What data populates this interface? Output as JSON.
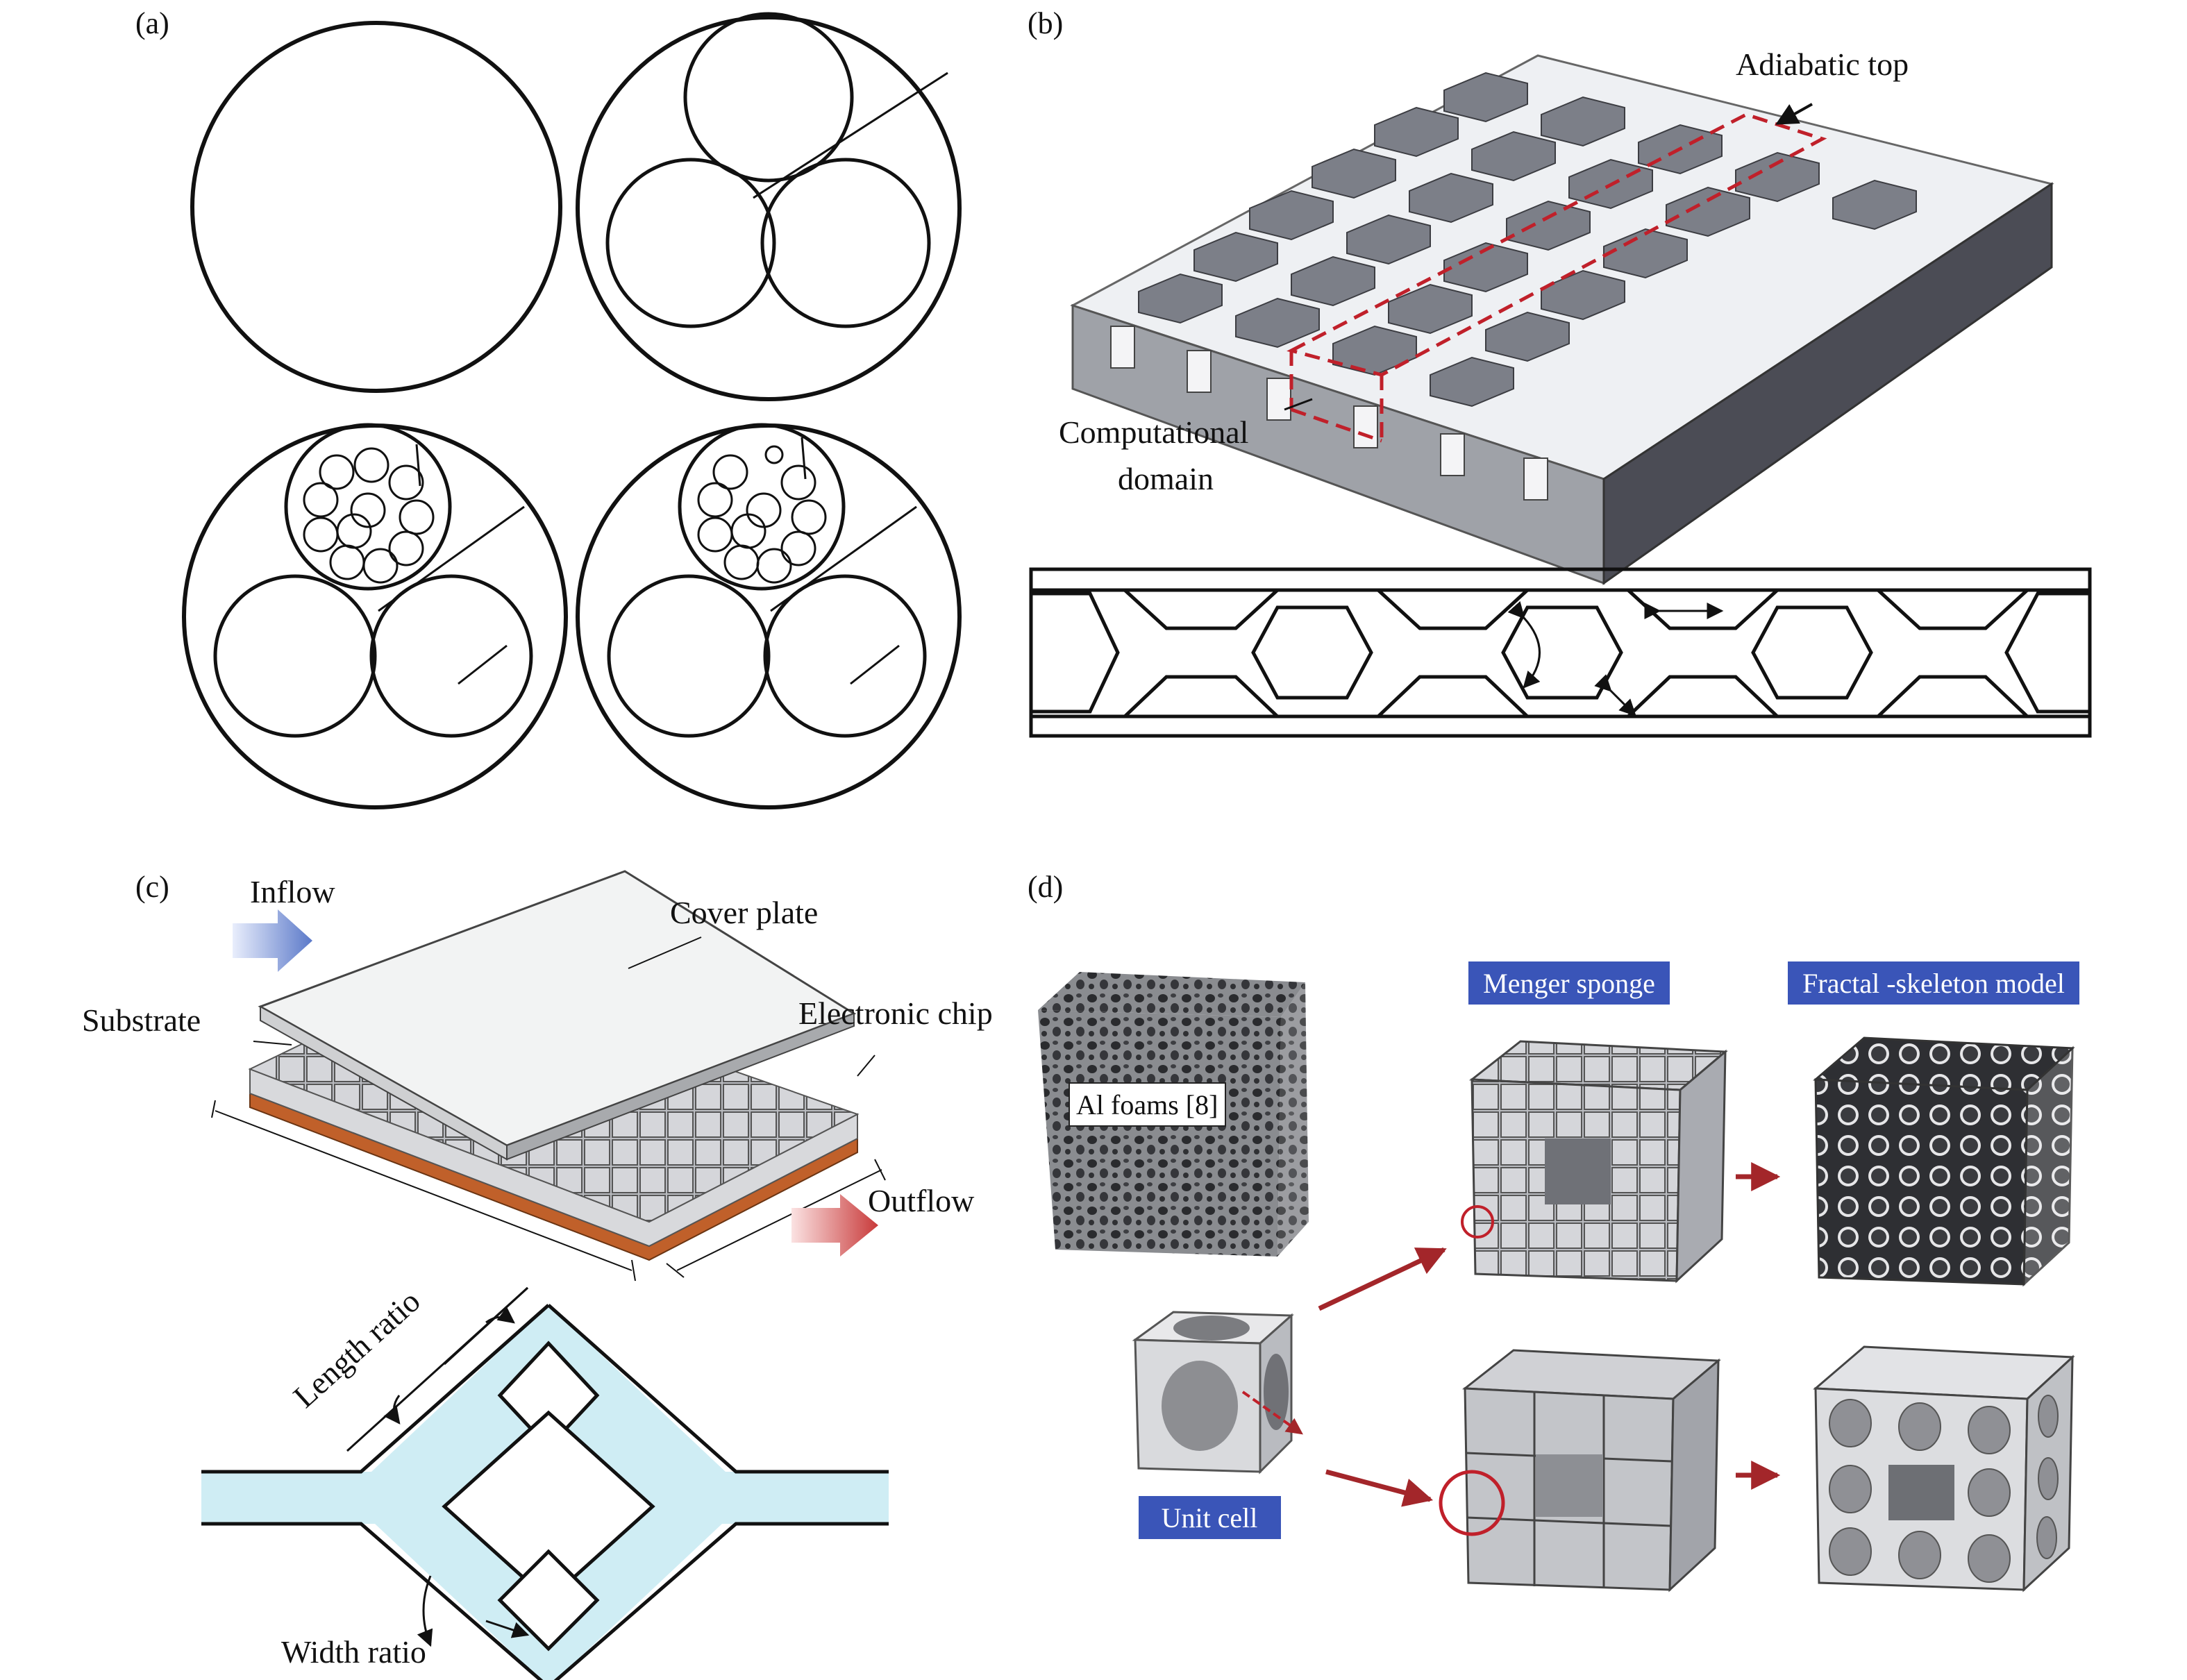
{
  "panels": {
    "a": {
      "label": "(a)"
    },
    "b": {
      "label": "(b)",
      "adiabatic_top": "Adiabatic top",
      "computational_domain_1": "Computational",
      "computational_domain_2": "domain"
    },
    "c": {
      "label": "(c)",
      "inflow": "Inflow",
      "cover_plate": "Cover plate",
      "substrate": "Substrate",
      "electronic_chip": "Electronic chip",
      "outflow": "Outflow",
      "length_ratio": "Length ratio",
      "width_ratio": "Width ratio"
    },
    "d": {
      "label": "(d)",
      "al_foams": "Al foams [8]",
      "menger_sponge": "Menger sponge",
      "fractal_skeleton": "Fractal -skeleton model",
      "unit_cell": "Unit cell"
    }
  },
  "colors": {
    "line": "#111111",
    "red": "#c0202a",
    "dark_red": "#a3262a",
    "label_blue": "#3a55b8",
    "channel_cyan": "#cfedf4",
    "gray_block": "#7c7f88",
    "gray_light": "#c9cbd1",
    "copper": "#c0602a"
  }
}
